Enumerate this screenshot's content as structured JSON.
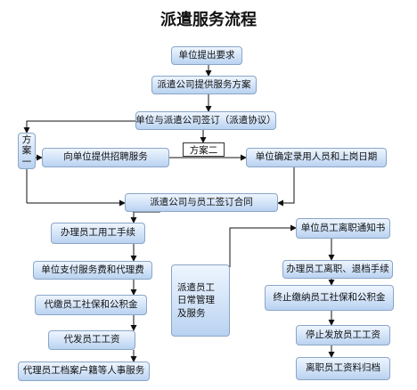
{
  "title": "派遣服务流程",
  "nodes": {
    "request": "单位提出要求",
    "plan": "派遣公司提供服务方案",
    "contract": "单位与派遣公司签订（派遣协议）",
    "plan_one": "方案一",
    "plan_two": "方案二",
    "recruit": "向单位提供招聘服务",
    "confirm": "单位确定录用人员和上岗日期",
    "labor_contract": "派遣公司与员工签订合同",
    "hire_procedure": "办理员工用工手续",
    "pay_fees": "单位支付服务费和代理费",
    "social_insurance": "代缴员工社保和公积金",
    "pay_wages": "代发员工工资",
    "archive_service": "代理员工档案户籍等人事服务",
    "daily_mgmt": "派遣员工日常管理及服务",
    "resign_notice": "单位员工离职通知书",
    "resign_procedure": "办理员工离职、退档手续",
    "stop_insurance": "终止缴纳员工社保和公积金",
    "stop_wages": "停止发放员工工资",
    "archive_file": "离职员工资料归档"
  }
}
